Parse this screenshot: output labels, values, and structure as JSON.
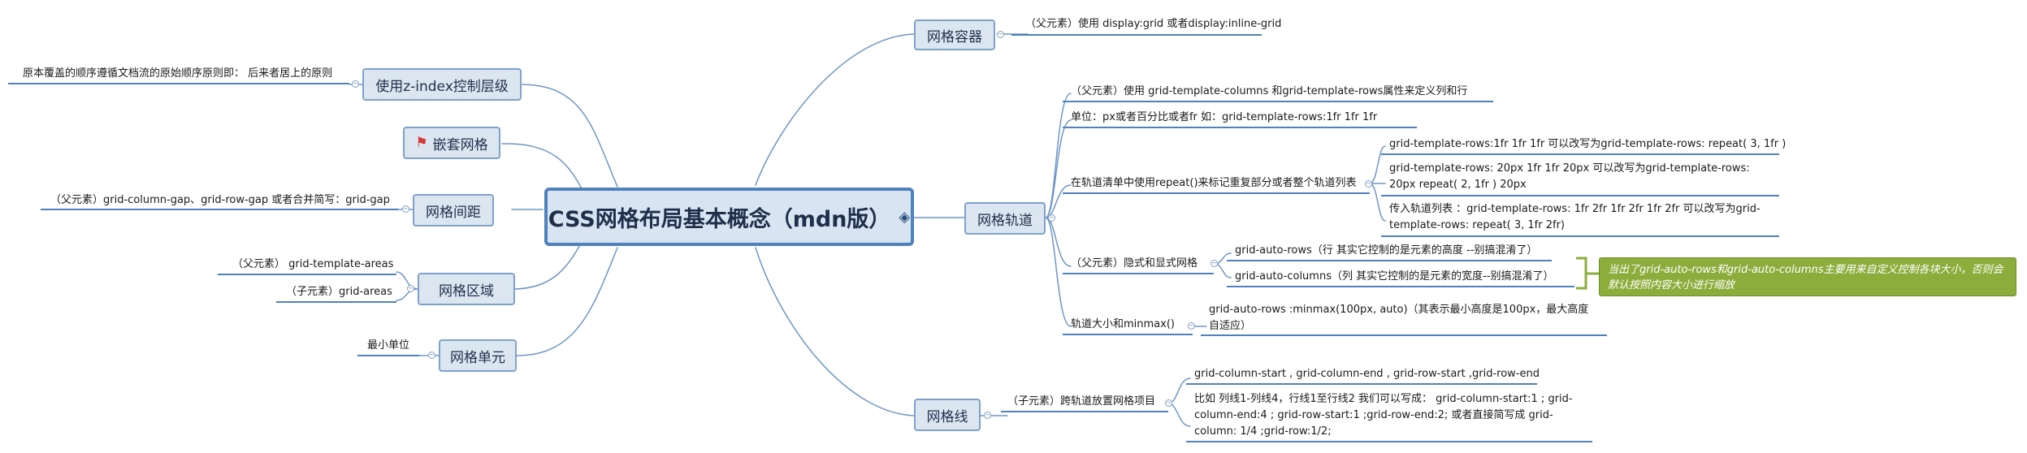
{
  "root": {
    "title": "CSS网格布局基本概念（mdn版）"
  },
  "left": {
    "zindex": {
      "label": "使用z-index控制层级",
      "note": "原本覆盖的顺序遵循文档流的原始顺序原则即： 后来者居上的原则"
    },
    "nested": {
      "label": "嵌套网格"
    },
    "gap": {
      "label": "网格间距",
      "note": "（父元素）grid-column-gap、grid-row-gap 或者合并简写：grid-gap"
    },
    "areas": {
      "label": "网格区域",
      "parent": "（父元素） grid-template-areas",
      "child": "（子元素）grid-areas"
    },
    "cell": {
      "label": "网格单元",
      "note": "最小单位"
    }
  },
  "right": {
    "container": {
      "label": "网格容器",
      "note": "（父元素）使用 display:grid 或者display:inline-grid"
    },
    "tracks": {
      "label": "网格轨道",
      "define": "（父元素）使用 grid-template-columns 和grid-template-rows属性来定义列和行",
      "unit": "单位：px或者百分比或者fr 如：grid-template-rows:1fr 1fr 1fr",
      "repeat": "在轨道清单中使用repeat()来标记重复部分或者整个轨道列表",
      "repeat_ex1": "grid-template-rows:1fr 1fr 1fr 可以改写为grid-template-rows: repeat( 3, 1fr )",
      "repeat_ex2": "grid-template-rows: 20px 1fr 1fr 20px 可以改写为grid-template-rows: 20px repeat( 2, 1fr ) 20px",
      "repeat_ex3": "传入轨道列表 ：grid-template-rows: 1fr 2fr 1fr 2fr 1fr 2fr 可以改写为grid-template-rows: repeat( 3, 1fr 2fr)",
      "implicit": "（父元素）隐式和显式网格",
      "auto_rows": "grid-auto-rows（行 其实它控制的是元素的高度 --别搞混淆了）",
      "auto_cols": "grid-auto-columns（列 其实它控制的是元素的宽度--别搞混淆了）",
      "summary": "当出了grid-auto-rows和grid-auto-columns主要用来自定义控制各块大小，否则会默认按照内容大小进行缩放",
      "minmax": "轨道大小和minmax()",
      "minmax_note": "grid-auto-rows :minmax(100px, auto)（其表示最小高度是100px，最大高度自适应）"
    },
    "lines": {
      "label": "网格线",
      "child": "（子元素）跨轨道放置网格项目",
      "props": "grid-column-start , grid-column-end , grid-row-start ,grid-row-end",
      "example": "比如 列线1-列线4，行线1至行线2 我们可以写成： grid-column-start:1 ; grid-column-end:4 ; grid-row-start:1 ;grid-row-end:2; 或者直接简写成 grid-column: 1/4 ;grid-row:1/2;"
    }
  },
  "colors": {
    "line": "#4f81bd",
    "node_fill": "#dce6f1",
    "summary_fill": "#8cad3c"
  }
}
